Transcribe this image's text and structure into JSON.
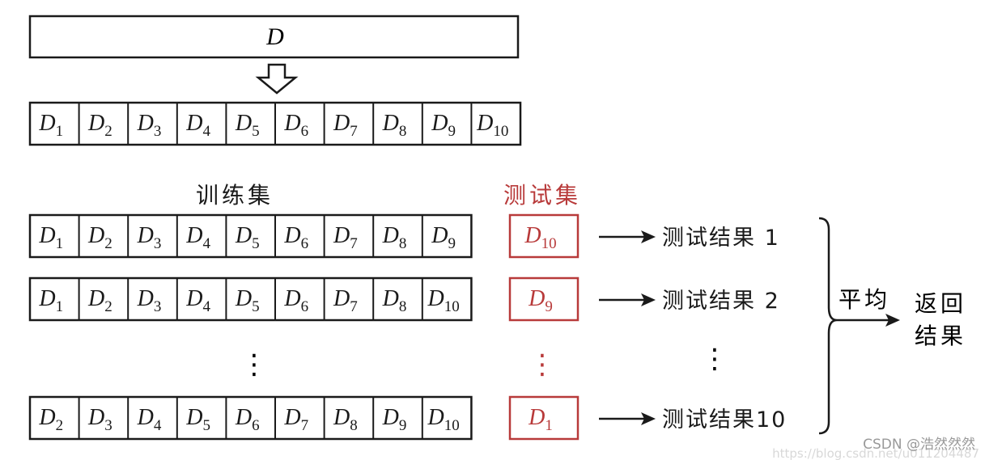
{
  "dataset_label": "D",
  "folds": [
    "1",
    "2",
    "3",
    "4",
    "5",
    "6",
    "7",
    "8",
    "9",
    "10"
  ],
  "train_label": "训练集",
  "test_label": "测试集",
  "rows": [
    {
      "train": [
        "1",
        "2",
        "3",
        "4",
        "5",
        "6",
        "7",
        "8",
        "9"
      ],
      "test": "10",
      "result": "测试结果 1"
    },
    {
      "train": [
        "1",
        "2",
        "3",
        "4",
        "5",
        "6",
        "7",
        "8",
        "10"
      ],
      "test": "9",
      "result": "测试结果 2"
    },
    {
      "train": [
        "2",
        "3",
        "4",
        "5",
        "6",
        "7",
        "8",
        "9",
        "10"
      ],
      "test": "1",
      "result": "测试结果10"
    }
  ],
  "ellipsis": "⋮",
  "average_label": "平均",
  "return_label_line1": "返回",
  "return_label_line2": "结果",
  "watermark": "CSDN @浩然然然",
  "faint_url": "https://blog.csdn.net/u011204487",
  "colors": {
    "ink": "#1a1a1a",
    "test_red": "#b83a3a",
    "watermark": "#999999",
    "faint": "#d8d8d8"
  }
}
